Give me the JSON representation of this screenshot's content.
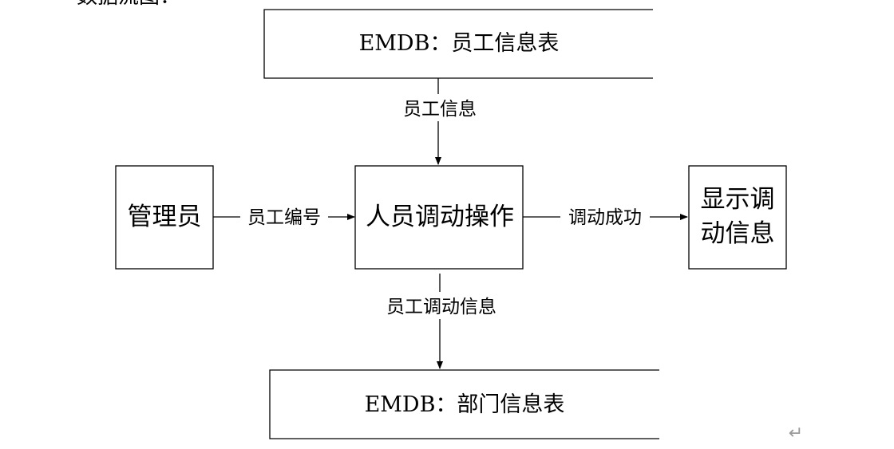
{
  "heading_fragment": "数据流图：",
  "stores": {
    "top": "EMDB：员工信息表",
    "bottom": "EMDB：部门信息表"
  },
  "entities": {
    "admin": "管理员",
    "display_line1": "显示调",
    "display_line2": "动信息"
  },
  "process": {
    "transfer": "人员调动操作"
  },
  "flows": {
    "from_top_store": "员工信息",
    "admin_to_process": "员工编号",
    "process_to_display": "调动成功",
    "process_to_bottom_store": "员工调动信息"
  },
  "paragraph_mark": "↵"
}
